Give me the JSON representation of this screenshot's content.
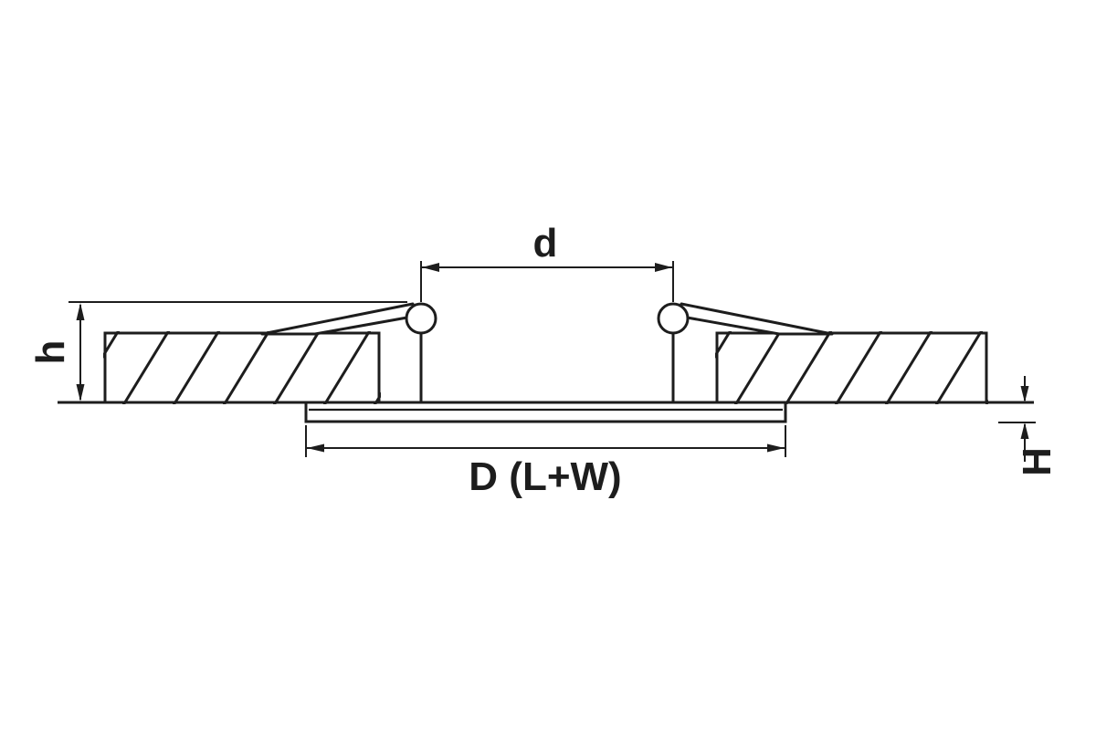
{
  "diagram": {
    "type": "technical-dimension-drawing",
    "subject": "recessed-luminaire-mounting-cross-section",
    "background_color": "#ffffff",
    "line_color": "#1d1d1d",
    "labels": {
      "top_dimension": "d",
      "left_dimension": "h",
      "bottom_dimension": "D (L+W)",
      "right_dimension": "H"
    }
  }
}
